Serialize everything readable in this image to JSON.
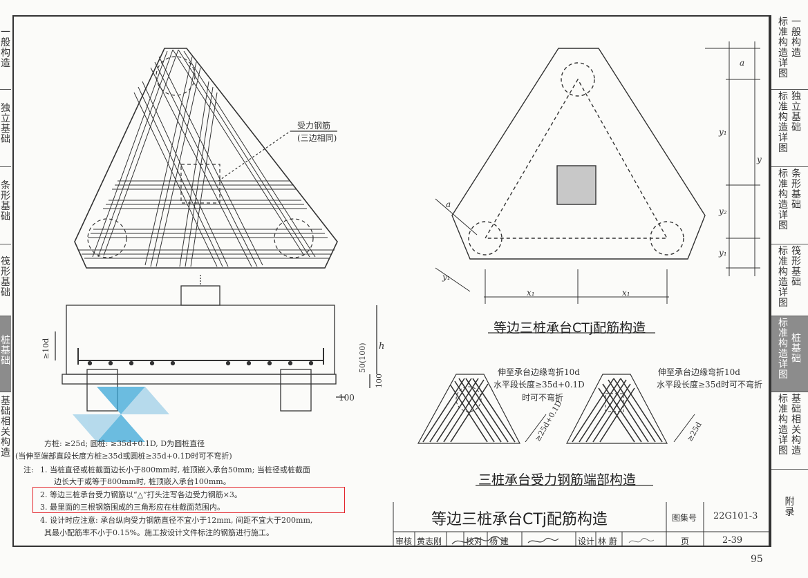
{
  "left_tabs": [
    {
      "label": "一般构造",
      "active": false
    },
    {
      "label": "独立基础",
      "active": false
    },
    {
      "label": "条形基础",
      "active": false
    },
    {
      "label": "筏形基础",
      "active": false
    },
    {
      "label": "桩基础",
      "active": true
    },
    {
      "label": "基础相关构造",
      "active": false
    }
  ],
  "right_tabs": [
    {
      "col1": "标准构造详图",
      "col2": "一般构造",
      "active": false
    },
    {
      "col1": "标准构造详图",
      "col2": "独立基础",
      "active": false
    },
    {
      "col1": "标准构造详图",
      "col2": "条形基础",
      "active": false
    },
    {
      "col1": "标准构造详图",
      "col2": "筏形基础",
      "active": false
    },
    {
      "col1": "标准构造详图",
      "col2": "桩基础",
      "active": true
    },
    {
      "col1": "标准构造详图",
      "col2": "基础相关构造",
      "active": false
    },
    {
      "col1": "附录",
      "col2": "",
      "active": false
    }
  ],
  "plan_rebar": {
    "label1": "受力钢筋",
    "label2": "(三边相同)"
  },
  "section": {
    "dim_h": "h",
    "dim_10d": "≥10d",
    "dim_50": "50(100)",
    "dim_100": "100",
    "dim_100b": "100"
  },
  "anchorage_notes": {
    "line1": "方桩: ≥25d; 圆桩: ≥35d+0.1D, D为圆桩直径",
    "line2": "(当伸至端部直段长度方桩≥35d或圆桩≥35d+0.1D时可不弯折)"
  },
  "notes": {
    "prefix": "注:",
    "n1a": "1. 当桩直径或桩截面边长小于800mm时, 桩顶嵌入承台50mm; 当桩径或桩截面",
    "n1b": "边长大于或等于800mm时, 桩顶嵌入承台100mm。",
    "n2": "2. 等边三桩承台受力钢筋以“△”打头注写各边受力钢筋×3。",
    "n3": "3. 最里面的三根钢筋围成的三角形应在柱截面范围内。",
    "n4a": "4. 设计时应注意: 承台纵向受力钢筋直径不宜小于12mm, 间距不宜大于200mm,",
    "n4b": "其最小配筋率不小于0.15%。施工按设计文件标注的钢筋进行施工。"
  },
  "dims_plan": {
    "a": "a",
    "y": "y",
    "y1": "y₁",
    "y2": "y₂",
    "x1": "x₁",
    "x1b": "x₁"
  },
  "caption_plan": "等边三桩承台CTj配筋构造",
  "end_detail": {
    "left_note1": "伸至承台边缘弯折10d",
    "left_note2": "水平段长度≥35d+0.1D",
    "left_note3": "时可不弯折",
    "left_dim": "≥25d+0.1D",
    "right_note1": "伸至承台边缘弯折10d",
    "right_note2": "水平段长度≥35d时可不弯折",
    "right_dim": "≥25d"
  },
  "caption_end": "三桩承台受力钢筋端部构造",
  "title_block": {
    "title": "等边三桩承台CTj配筋构造",
    "atlas_label": "图集号",
    "atlas_no": "22G101-3",
    "page_label": "页",
    "page_no": "2-39",
    "review_label": "审核",
    "reviewer": "黄志刚",
    "check_label": "校对",
    "checker": "杨 建",
    "design_label": "设计",
    "designer": "林 蔚"
  },
  "page_number": "95"
}
